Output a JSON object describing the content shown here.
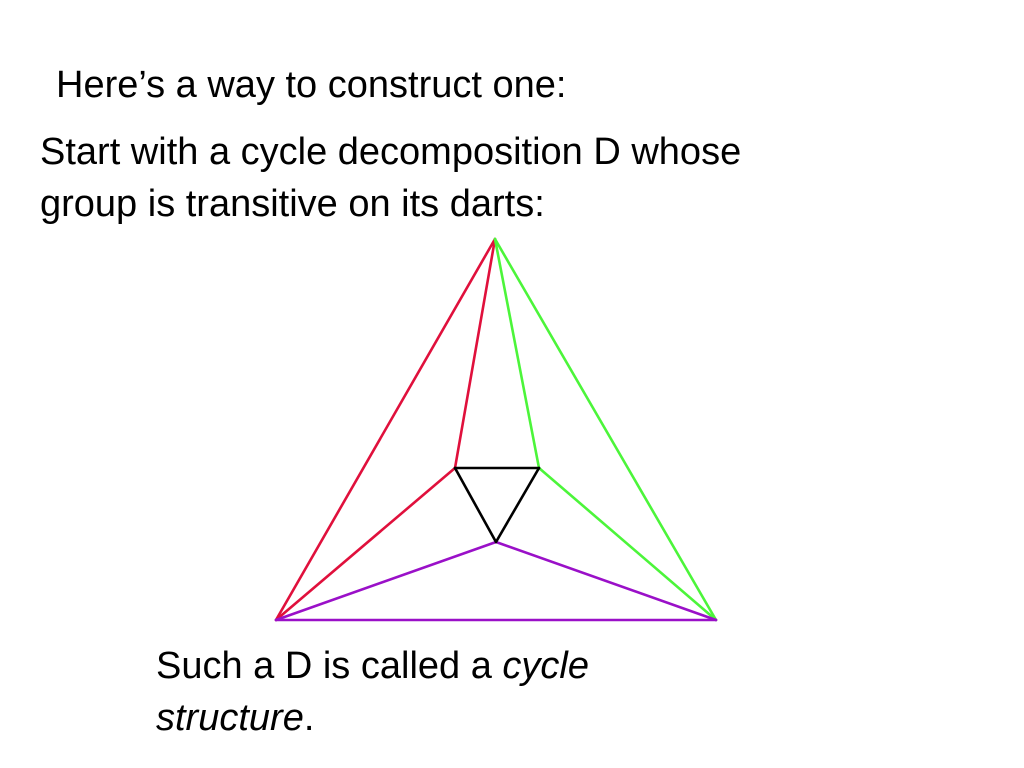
{
  "slide": {
    "heading": "Here’s a way to construct one:",
    "intro_line1": "Start with a cycle decomposition D whose",
    "intro_line2": "group is transitive on its darts:",
    "caption_part1": "Such a D is called a ",
    "caption_italic1": "cycle",
    "caption_italic2": "structure",
    "caption_end": "."
  },
  "diagram": {
    "colors": {
      "red": "#e0103c",
      "green": "#4cf53a",
      "purple": "#9a10c8",
      "black": "#000000"
    },
    "edges": [
      {
        "from": "top",
        "to": "left",
        "color": "red"
      },
      {
        "from": "top",
        "to": "inner-left",
        "color": "red"
      },
      {
        "from": "inner-left",
        "to": "left",
        "color": "red"
      },
      {
        "from": "top",
        "to": "inner-right",
        "color": "green"
      },
      {
        "from": "top",
        "to": "right",
        "color": "green"
      },
      {
        "from": "inner-right",
        "to": "right",
        "color": "green"
      },
      {
        "from": "left",
        "to": "right",
        "color": "purple"
      },
      {
        "from": "left",
        "to": "inner-bottom",
        "color": "purple"
      },
      {
        "from": "inner-bottom",
        "to": "right",
        "color": "purple"
      },
      {
        "from": "inner-left",
        "to": "inner-right",
        "color": "black"
      },
      {
        "from": "inner-right",
        "to": "inner-bottom",
        "color": "black"
      },
      {
        "from": "inner-bottom",
        "to": "inner-left",
        "color": "black"
      }
    ]
  }
}
